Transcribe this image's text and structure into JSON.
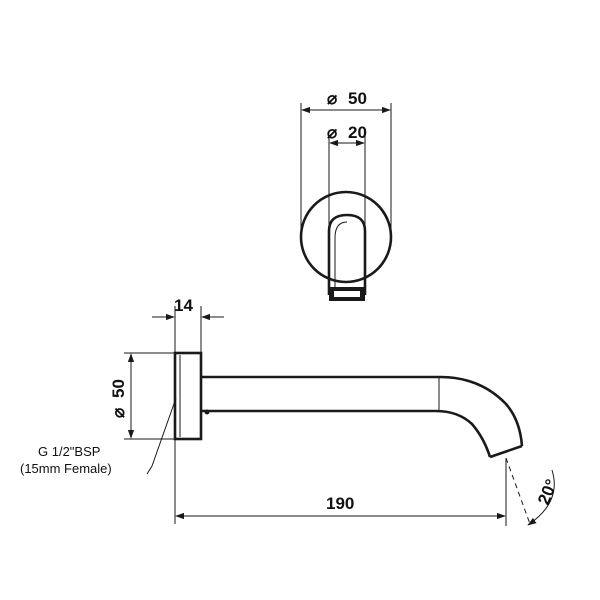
{
  "top_view": {
    "outer_diameter": "50",
    "inner_diameter": "20",
    "diameter_symbol": "⌀"
  },
  "side_view": {
    "flange_thickness": "14",
    "flange_diameter": "50",
    "spout_length": "190",
    "spout_angle": "20°",
    "connection_line1": "G 1/2\"BSP",
    "connection_line2": "(15mm Female)"
  },
  "colors": {
    "line": "#1a1a1a",
    "background": "#ffffff"
  }
}
